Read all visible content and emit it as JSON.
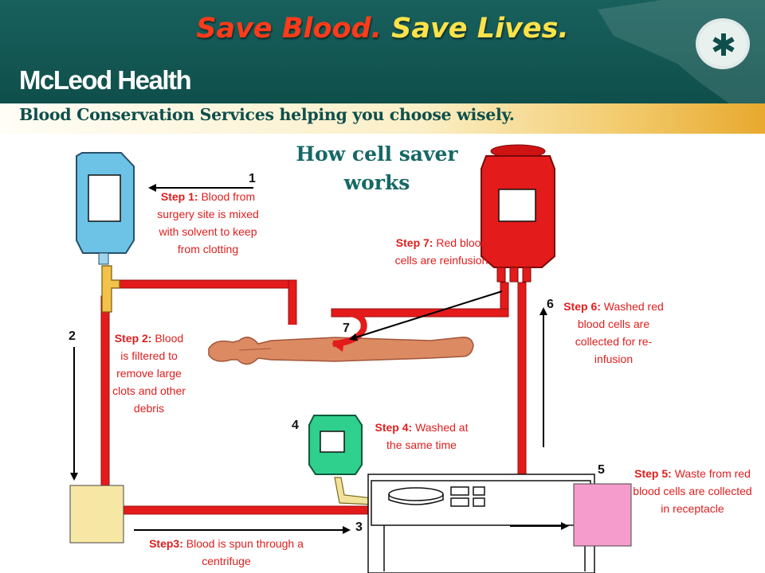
{
  "header": {
    "title_part1": "Save Blood.",
    "title_part2": "Save Lives.",
    "brand": "McLeod Health",
    "tagline": "Blood Conservation Services helping you choose wisely.",
    "header_color": "#0f4f4b",
    "title_color": "#ff3b1a",
    "title_accent_color": "#ffe24a"
  },
  "diagram": {
    "heading": "How cell saver works",
    "tube_color": "#e31b1b",
    "steps": [
      {
        "number": "1",
        "label": "Step 1:",
        "text": "Blood from surgery site is mixed with solvent to keep from clotting"
      },
      {
        "number": "2",
        "label": "Step 2:",
        "text": "Blood is filtered to remove large clots and other debris"
      },
      {
        "number": "3",
        "label": "Step3:",
        "text": "Blood is spun through a centrifuge"
      },
      {
        "number": "4",
        "label": "Step 4:",
        "text": "Washed at the same time"
      },
      {
        "number": "5",
        "label": "Step 5:",
        "text": "Waste from red blood cells are collected in receptacle"
      },
      {
        "number": "6",
        "label": "Step 6:",
        "text": "Washed red blood cells are collected for re-infusion"
      },
      {
        "number": "7",
        "label": "Step 7:",
        "text": "Red blood cells are reinfusion"
      }
    ]
  }
}
